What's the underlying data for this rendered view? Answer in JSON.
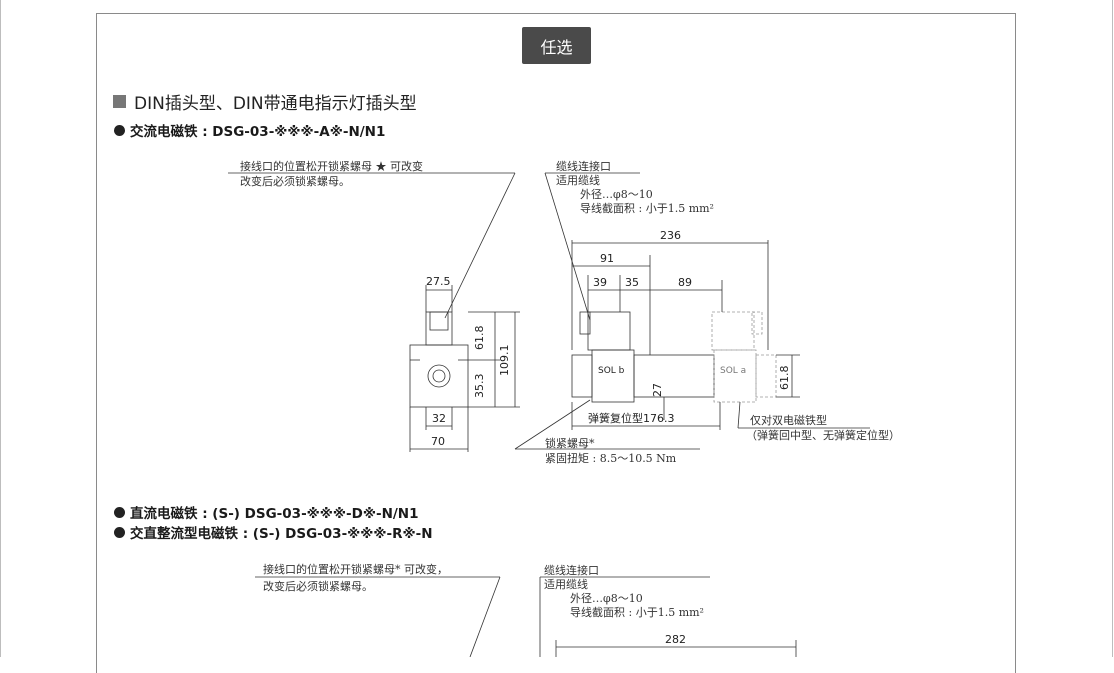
{
  "tag": {
    "label": "任选"
  },
  "heading": {
    "text": "DIN插头型、DIN带通电指示灯插头型"
  },
  "subheadings": {
    "ac": "交流电磁铁 : DSG-03-※※※-A※-N/N1",
    "dc": "直流电磁铁 : (S-) DSG-03-※※※-D※-N/N1",
    "acdc": "交直整流型电磁铁 : (S-) DSG-03-※※※-R※-N"
  },
  "notes": {
    "nut_note_1_line1": "接线口的位置松开锁紧螺母 ★ 可改变",
    "nut_note_1_line2": "改变后必须锁紧螺母。",
    "cable_1_line1": "缆线连接口",
    "cable_1_line2": "适用缆线",
    "cable_1_line3": "外径…φ8～10",
    "cable_1_line4": "导线截面积 : 小于1.5 mm²",
    "locknut_line1": "锁紧螺母*",
    "locknut_line2": "紧固扭矩 : 8.5～10.5 Nm",
    "double_line1": "仅对双电磁铁型",
    "double_line2": "（弹簧回中型、无弹簧定位型）",
    "spring_label": "弹簧复位型176.3",
    "nut_note_2_line1": "接线口的位置松开锁紧螺母* 可改变，",
    "nut_note_2_line2": "改变后必须锁紧螺母。",
    "cable_2_line1": "缆线连接口",
    "cable_2_line2": "适用缆线",
    "cable_2_line3": "外径…φ8～10",
    "cable_2_line4": "导线截面积 : 小于1.5 mm²"
  },
  "dims": {
    "d27_5": "27.5",
    "d61_8_left": "61.8",
    "d109_1": "109.1",
    "d35_3": "35.3",
    "d32": "32",
    "d70": "70",
    "d236": "236",
    "d91": "91",
    "d39": "39",
    "d35": "35",
    "d89": "89",
    "d27": "27",
    "d61_8_right": "61.8",
    "d282": "282",
    "sol_b": "SOL b",
    "sol_a": "SOL a"
  }
}
